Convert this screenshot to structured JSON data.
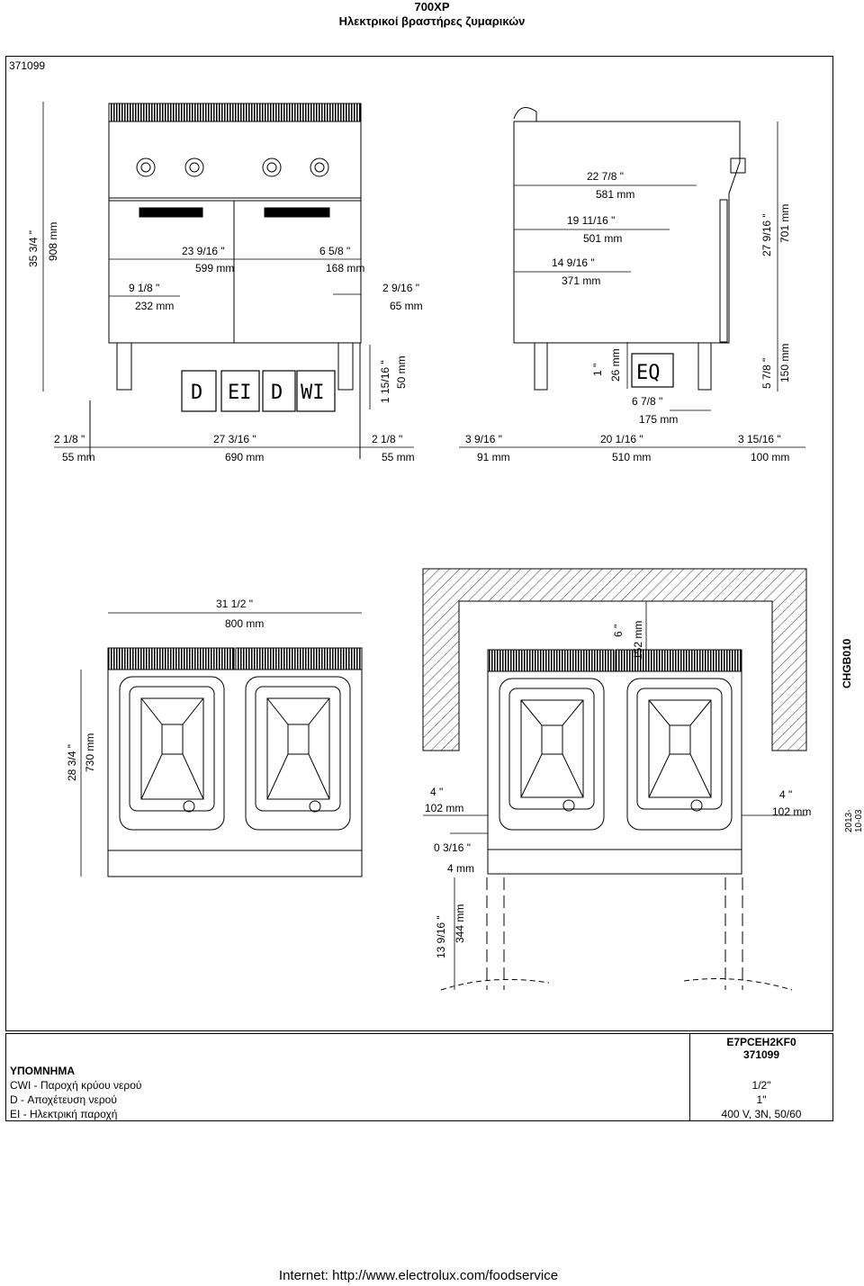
{
  "header": {
    "series": "700XP",
    "title": "Ηλεκτρικοί βραστήρες ζυμαρικών"
  },
  "doc_code": "371099",
  "dimensions": {
    "front": {
      "height_in": "35 3/4 \"",
      "height_mm": "908 mm",
      "a_in": "23 9/16 \"",
      "a_mm": "599 mm",
      "b_in": "6 5/8 \"",
      "b_mm": "168 mm",
      "c_in": "9 1/8 \"",
      "c_mm": "232 mm",
      "d_in": "2 9/16 \"",
      "d_mm": "65 mm",
      "e_in": "1 15/16 \"",
      "e_mm": "50 mm",
      "f_in": "2 1/8 \"",
      "f_mm": "55 mm",
      "g_in": "27 3/16 \"",
      "g_mm": "690 mm",
      "h_in": "2 1/8 \"",
      "h_mm": "55 mm"
    },
    "side": {
      "a_in": "22 7/8 \"",
      "a_mm": "581 mm",
      "b_in": "19 11/16 \"",
      "b_mm": "501 mm",
      "c_in": "14 9/16 \"",
      "c_mm": "371 mm",
      "d_in": "27 9/16 \"",
      "d_mm": "701 mm",
      "e_in": "1 \"",
      "e_mm": "26 mm",
      "f_in": "5 7/8 \"",
      "f_mm": "150 mm",
      "g_in": "6 7/8 \"",
      "g_mm": "175 mm",
      "h_in": "3 9/16 \"",
      "h_mm": "91 mm",
      "i_in": "20 1/16 \"",
      "i_mm": "510 mm",
      "j_in": "3 15/16 \"",
      "j_mm": "100 mm"
    },
    "top": {
      "width_in": "31 1/2 \"",
      "width_mm": "800 mm",
      "depth_in": "28 3/4 \"",
      "depth_mm": "730 mm",
      "a_in": "6 \"",
      "a_mm": "152 mm",
      "b_in": "4 \"",
      "b_mm": "102 mm",
      "c_in": "4 \"",
      "c_mm": "102 mm",
      "d_in": "0 3/16 \"",
      "d_mm": "4 mm",
      "e_in": "13 9/16 \"",
      "e_mm": "344 mm"
    }
  },
  "connection_labels": {
    "d1": "D",
    "ei": "EI",
    "d2": "D",
    "wi": "WI",
    "eq": "EQ"
  },
  "side_texts": {
    "model_code": "CHGB010",
    "date": "2013-10-03"
  },
  "legend": {
    "title": "ΥΠΟΜΝΗΜΑ",
    "items": [
      "CWI - Παροχή κρύου νερού",
      "D - Αποχέτευση νερού",
      "EI - Ηλεκτρική παροχή"
    ],
    "model": "E7PCEH2KF0",
    "code": "371099",
    "values": [
      "1/2\"",
      "1\"",
      "400 V, 3N, 50/60"
    ]
  },
  "footer": "Internet: http://www.electrolux.com/foodservice"
}
